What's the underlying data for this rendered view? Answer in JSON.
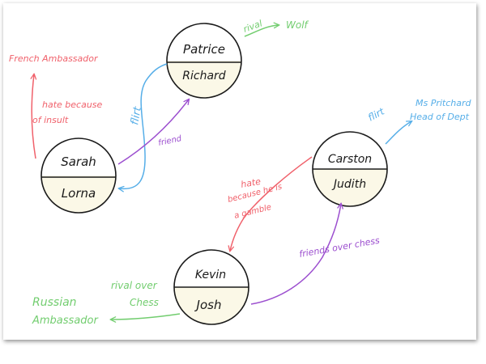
{
  "colors": {
    "ink": "#1a1a1a",
    "node_bottom_fill": "#fbf8e7",
    "red": "#f0616b",
    "blue": "#56aee8",
    "purple": "#9c4fcf",
    "green": "#72cd6f"
  },
  "nodes": [
    {
      "id": "patrice-richard",
      "top": "Patrice",
      "bottom": "Richard"
    },
    {
      "id": "sarah-lorna",
      "top": "Sarah",
      "bottom": "Lorna"
    },
    {
      "id": "carston-judith",
      "top": "Carston",
      "bottom": "Judith"
    },
    {
      "id": "kevin-josh",
      "top": "Kevin",
      "bottom": "Josh"
    }
  ],
  "external": {
    "french_ambassador": "French Ambassador",
    "wolf": "Wolf",
    "ms_pritchard": "Ms Pritchard",
    "head_of_dept": "Head of Dept",
    "russian": "Russian",
    "ambassador": "Ambassador"
  },
  "relations": {
    "hate_insult_1": "hate because",
    "hate_insult_2": "of insult",
    "flirt_left": "flirt",
    "friend": "friend",
    "rival": "rival",
    "flirt_right": "flirt",
    "hate_gamble_1": "hate",
    "hate_gamble_2": "because he is",
    "hate_gamble_3": "a gamble",
    "friends_chess": "friends over chess",
    "rival_chess_1": "rival over",
    "rival_chess_2": "Chess"
  }
}
